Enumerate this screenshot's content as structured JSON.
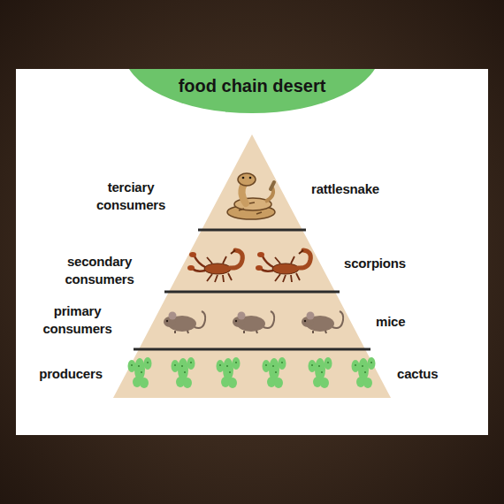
{
  "diagram": {
    "title": "food chain desert",
    "nodes": [
      {
        "text": [
          "terciary consumers",
          "rattlesnake"
        ]
      },
      {
        "text": [
          "secondary consumers",
          "scorpions"
        ]
      },
      {
        "text": [
          "primary consumers",
          "mice"
        ]
      },
      {
        "text": [
          "producers",
          "cactus"
        ]
      }
    ]
  }
}
